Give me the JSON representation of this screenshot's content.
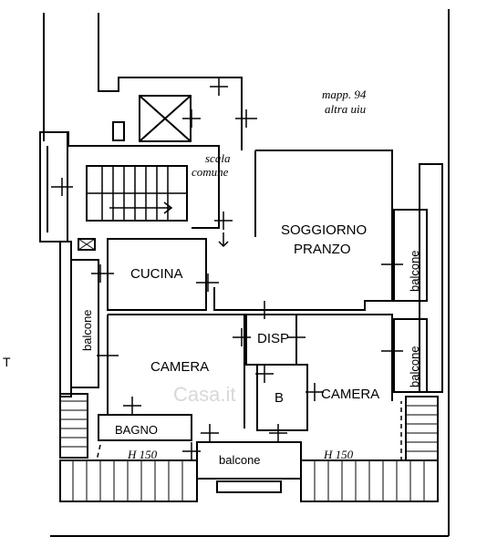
{
  "plan": {
    "parcel_line1": "mapp. 94",
    "parcel_line2": "altra uiu",
    "stair_line1": "scala",
    "stair_line2": "comune",
    "watermark": "Casa.it",
    "edge_mark": "T",
    "rooms": {
      "living": "SOGGIORNO",
      "dining": "PRANZO",
      "kitchen": "CUCINA",
      "storage": "DISP",
      "bedroom_left": "CAMERA",
      "bedroom_right": "CAMERA",
      "wc": "B",
      "bathroom": "BAGNO",
      "balcony_bottom": "balcone",
      "balcony_left": "balcone",
      "balcony_right_top": "balcone",
      "balcony_right_bottom": "balcone"
    },
    "heights": {
      "left": "H 150",
      "right": "H 150"
    }
  }
}
